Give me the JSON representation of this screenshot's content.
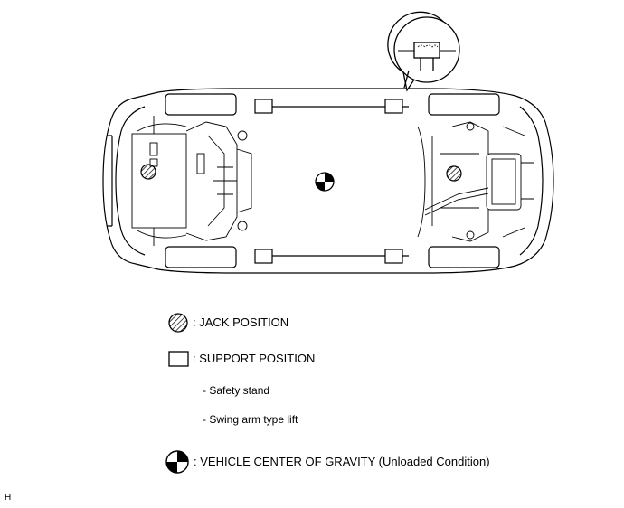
{
  "legend": {
    "jack_position": ": JACK POSITION",
    "support_position": ": SUPPORT POSITION",
    "safety_stand": "- Safety stand",
    "swing_arm_lift": "- Swing arm type lift",
    "center_of_gravity": ": VEHICLE CENTER OF GRAVITY (Unloaded Condition)"
  },
  "figure_code": "H",
  "icons": {
    "jack": "hatched-circle-icon",
    "support": "square-icon",
    "gravity": "center-of-gravity-icon"
  }
}
